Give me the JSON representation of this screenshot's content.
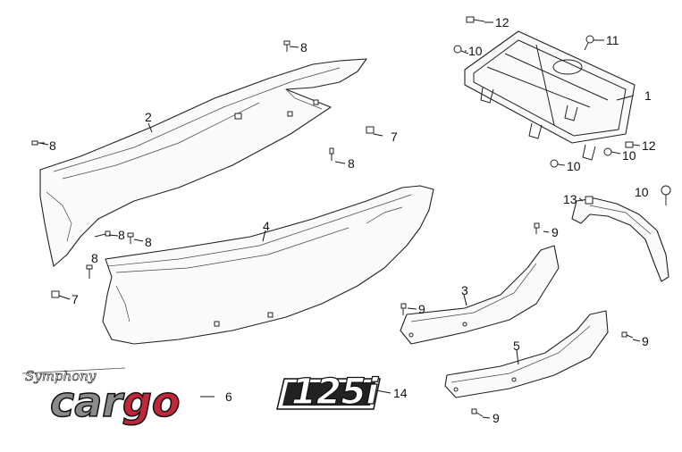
{
  "callouts": {
    "c1": "1",
    "c2": "2",
    "c3": "3",
    "c4": "4",
    "c5": "5",
    "c6": "6",
    "c7a": "7",
    "c7b": "7",
    "c8a": "8",
    "c8b": "8",
    "c8c": "8",
    "c8d": "8",
    "c8e": "8",
    "c8f": "8",
    "c9a": "9",
    "c9b": "9",
    "c9c": "9",
    "c9d": "9",
    "c10a": "10",
    "c10b": "10",
    "c10c": "10",
    "c10d": "10",
    "c11": "11",
    "c12a": "12",
    "c12b": "12",
    "c13": "13",
    "c14": "14"
  },
  "logos": {
    "symphony": "Symphony",
    "car": "car",
    "go": "go",
    "model": "125i"
  },
  "colors": {
    "logo_red": "#c0283a",
    "logo_gray": "#8a8a8a",
    "line": "#222222"
  }
}
